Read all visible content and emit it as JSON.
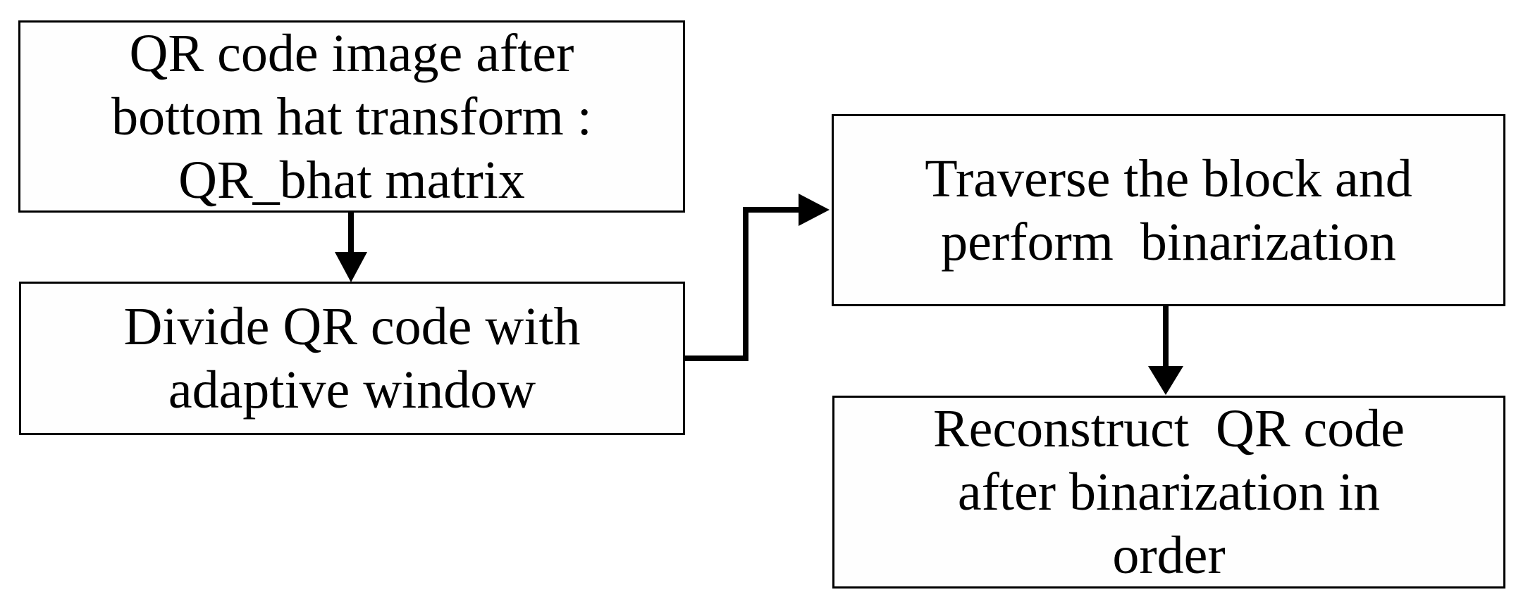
{
  "diagram": {
    "type": "flowchart",
    "colors": {
      "background": "#ffffff",
      "box_fill": "#fefefe",
      "line": "#000000",
      "text": "#000000"
    },
    "nodes": {
      "bhat": {
        "label": "QR code image after\nbottom hat transform :\nQR_bhat matrix"
      },
      "divide": {
        "label": "Divide QR code with\nadaptive window"
      },
      "traverse": {
        "label": "Traverse the block and\nperform  binarization"
      },
      "reconstruct": {
        "label": "Reconstruct  QR code\nafter binarization in\norder"
      }
    },
    "edges": [
      {
        "from": "bhat",
        "to": "divide",
        "style": "straight-arrow-down"
      },
      {
        "from": "divide",
        "to": "traverse",
        "style": "elbow-right-up-right-arrow"
      },
      {
        "from": "traverse",
        "to": "reconstruct",
        "style": "straight-arrow-down"
      }
    ]
  }
}
